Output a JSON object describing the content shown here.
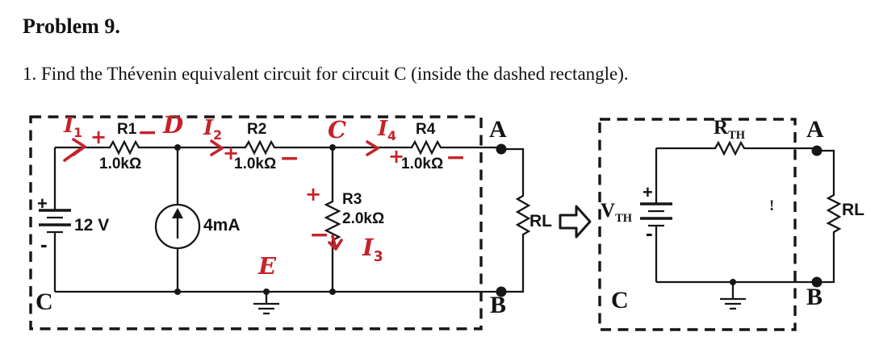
{
  "header": {
    "title": "Problem 9.",
    "instruction": "1. Find the Thévenin equivalent circuit for circuit C (inside the dashed rectangle)."
  },
  "colors": {
    "ink": "#161616",
    "annotation_red": "#c4232a"
  },
  "left_circuit": {
    "region_label": "C",
    "terminal_a": "A",
    "terminal_b": "B",
    "voltage_source": {
      "value": "12 V",
      "plus": "+",
      "minus": "-"
    },
    "current_source": {
      "value": "4mA"
    },
    "r1": {
      "name": "R1",
      "value": "1.0kΩ"
    },
    "r2": {
      "name": "R2",
      "value": "1.0kΩ"
    },
    "r3": {
      "name": "R3",
      "value": "2.0kΩ"
    },
    "r4": {
      "name": "R4",
      "value": "1.0kΩ"
    },
    "load": {
      "name": "RL"
    },
    "ann": {
      "i1": {
        "base": "I",
        "sub": "1"
      },
      "i2": {
        "base": "I",
        "sub": "2"
      },
      "i3": {
        "base": "I",
        "sub": "3"
      },
      "i4": {
        "base": "I",
        "sub": "4"
      },
      "node_d": "D",
      "node_c": "C",
      "node_e": "E",
      "plus": "+",
      "minus": "−"
    }
  },
  "right_circuit": {
    "region_label": "C",
    "terminal_a": "A",
    "terminal_b": "B",
    "vth": {
      "base": "V",
      "sub": "TH",
      "plus": "+",
      "minus": "-"
    },
    "rth": {
      "base": "R",
      "sub": "TH"
    },
    "load": {
      "name": "RL"
    },
    "stray_mark": "!"
  }
}
